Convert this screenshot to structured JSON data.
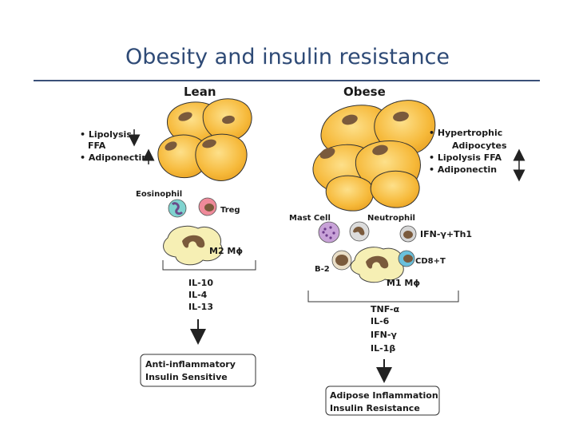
{
  "title": "Obesity and insulin resistance",
  "lean": {
    "header": "Lean",
    "bullets": [
      "• Lipolysis",
      "FFA",
      "• Adiponectin"
    ],
    "cells": [
      "Eosinophil",
      "Treg"
    ],
    "macrophage": "M2 Mϕ",
    "cytokines": [
      "IL-10",
      "IL-4",
      "IL-13"
    ],
    "outcome": [
      "Anti-inflammatory",
      "Insulin Sensitive"
    ]
  },
  "obese": {
    "header": "Obese",
    "bullets": [
      "• Hypertrophic",
      "Adipocytes",
      "• Lipolysis FFA",
      "• Adiponectin"
    ],
    "cells": [
      "Mast Cell",
      "Neutrophil",
      "IFN-γ+Th1",
      "B-2",
      "CD8+T"
    ],
    "macrophage": "M1 Mϕ",
    "cytokines": [
      "TNF-α",
      "IL-6",
      "IFN-γ",
      "IL-1β"
    ],
    "outcome": [
      "Adipose Inflammation",
      "Insulin Resistance"
    ]
  },
  "colors": {
    "title": "#2e4a76",
    "adipocyte": "#f6b93a",
    "nucleus": "#7a5a3c",
    "eosinophil": "#7fd3cf",
    "treg": "#ef8a9a",
    "macrophage": "#f6efb4",
    "mast_cell": "#c8a2d8",
    "cd8": "#6ac0dc"
  }
}
